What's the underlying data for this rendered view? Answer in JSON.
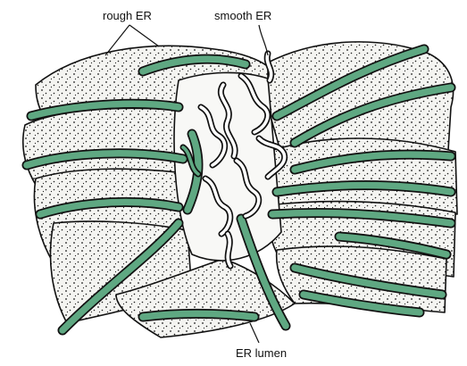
{
  "labels": {
    "rough_er": "rough ER",
    "smooth_er": "smooth ER",
    "er_lumen": "ER lumen"
  },
  "colors": {
    "lumen": "#5fa882",
    "membrane": "#111111",
    "sheet": "#f4f4f1",
    "ribosome": "#1a1a1a",
    "background": "#ffffff"
  }
}
